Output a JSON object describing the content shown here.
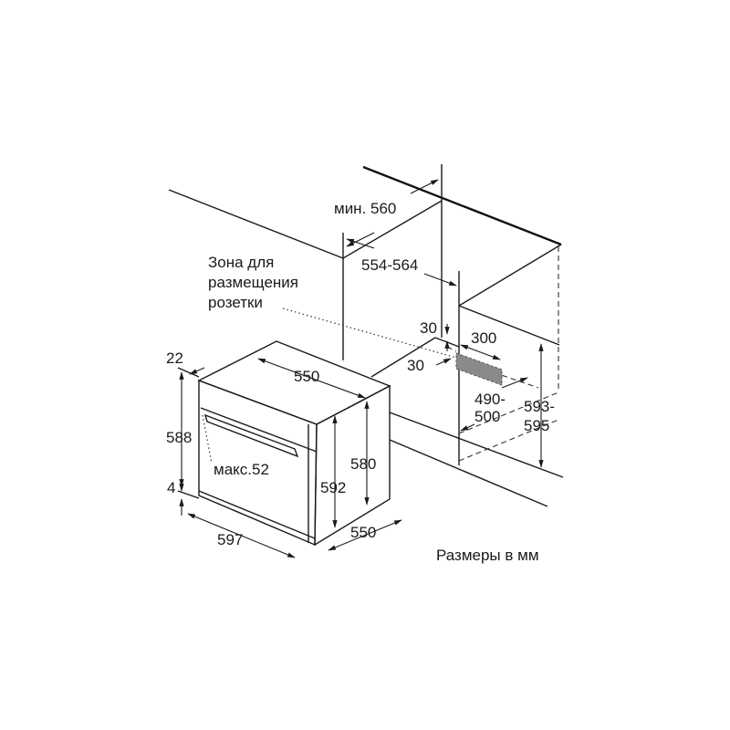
{
  "labels": {
    "min_560": "мин. 560",
    "range_554_564": "554-564",
    "socket_zone_line1": "Зона для",
    "socket_zone_line2": "размещения",
    "socket_zone_line3": "розетки",
    "dim_30_top": "30",
    "dim_30_side": "30",
    "dim_300": "300",
    "dim_490_500_line1": "490-",
    "dim_490_500_line2": "500",
    "dim_593_595_line1": "593-",
    "dim_593_595_line2": "595",
    "dim_22": "22",
    "dim_550_top": "550",
    "dim_588": "588",
    "max_52": "макс.52",
    "dim_592": "592",
    "dim_580": "580",
    "dim_4": "4",
    "dim_597": "597",
    "dim_550_bottom": "550",
    "units_note": "Размеры в мм"
  },
  "colors": {
    "socket_zone_fill": "#8a8a8a"
  }
}
